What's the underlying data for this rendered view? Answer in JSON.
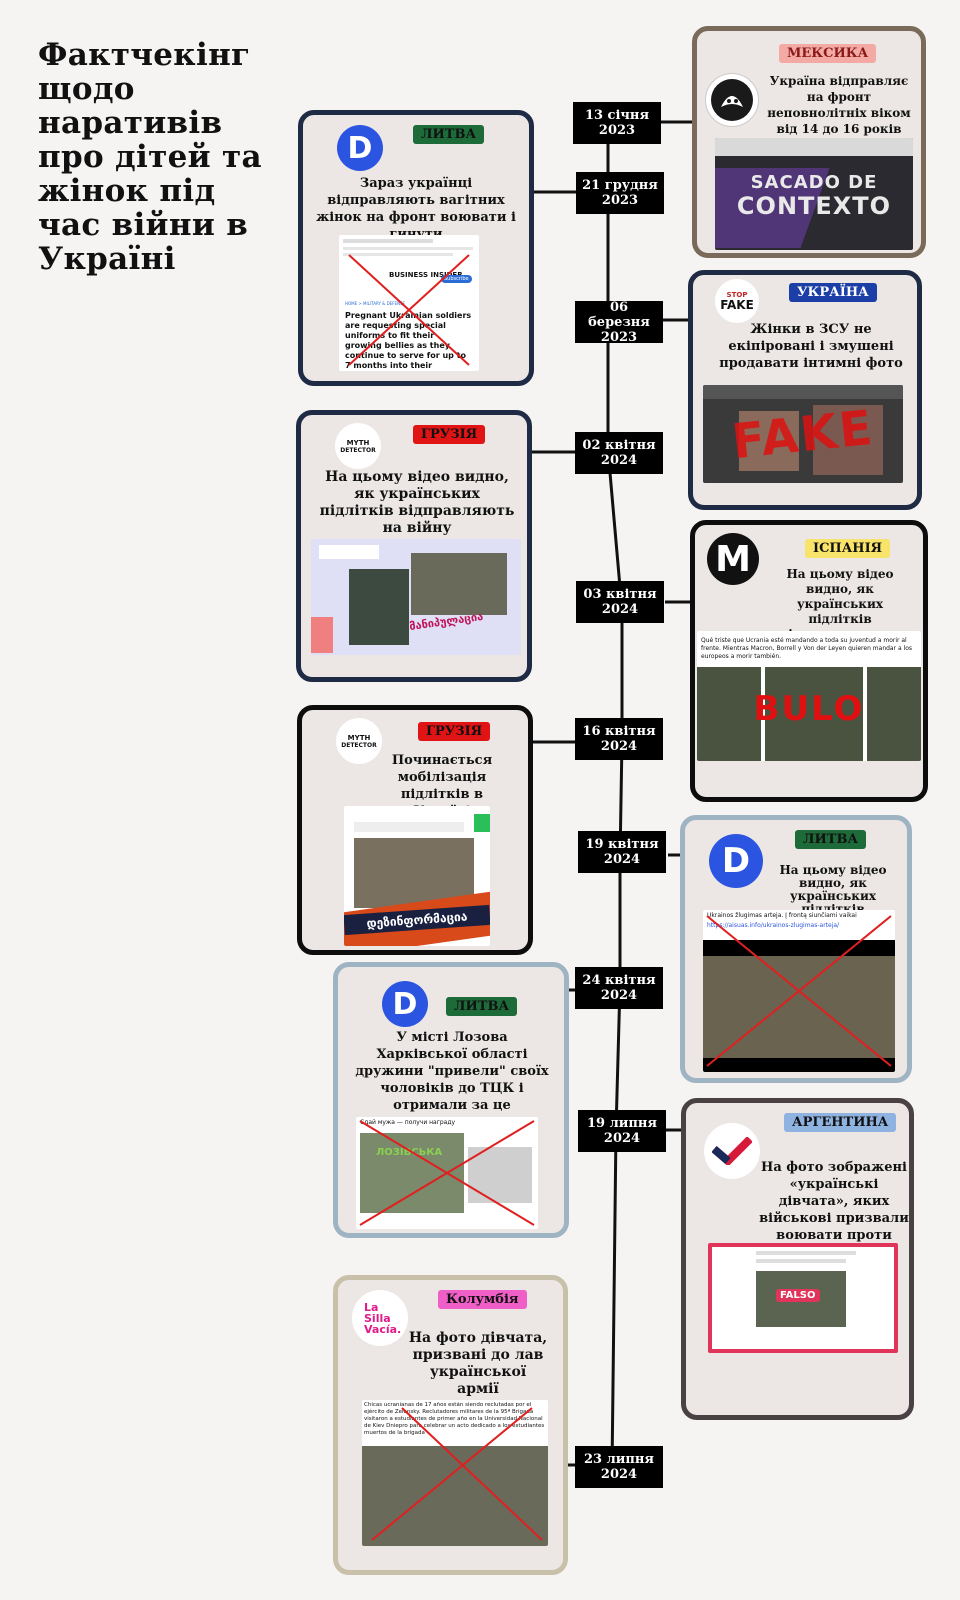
{
  "title": "Фактчекінг щодо наративів про дітей та жінок під час війни в Україні",
  "colors": {
    "lithuania": "#1e6b3a",
    "mexico": "#f3a9a4",
    "ukraine": "#1b3fa6",
    "georgia": "#e01414",
    "spain": "#f8e36b",
    "argentina": "#8fb3e0",
    "colombia": "#ef5fc7"
  },
  "dates": [
    {
      "day": "13 січня",
      "year": "2023"
    },
    {
      "day": "21 грудня",
      "year": "2023"
    },
    {
      "day": "06 березня",
      "year": "2023"
    },
    {
      "day": "02 квітня",
      "year": "2024"
    },
    {
      "day": "03 квітня",
      "year": "2024"
    },
    {
      "day": "16 квітня",
      "year": "2024"
    },
    {
      "day": "19 квітня",
      "year": "2024"
    },
    {
      "day": "24 квітня",
      "year": "2024"
    },
    {
      "day": "19 липня",
      "year": "2024"
    },
    {
      "day": "23 липня",
      "year": "2024"
    }
  ],
  "cards": {
    "mexico": {
      "country": "МЕКСИКА",
      "claim": "Україна відправляє на фронт неповнолітніх віком від 14 до 16 років",
      "stamp_line1": "SACADO DE",
      "stamp_line2": "CONTEXTO",
      "icon": "hooded-figure-icon"
    },
    "lithuania1": {
      "country": "ЛИТВА",
      "claim": "Зараз українці відправляють вагітних жінок на фронт воювати і гинути",
      "logo": "D",
      "shot_brand": "BUSINESS INSIDER",
      "shot_subscribe": "Subscribe",
      "shot_nav": "HOME  >  MILITARY & DEFENSE",
      "shot_headline": "Pregnant Ukrainian soldiers are requesting special uniforms to fit their growing bellies as they continue to serve for up to 7 months into their pregnancies"
    },
    "ukraine": {
      "country": "УКРАЇНА",
      "claim": "Жінки в ЗСУ не екіпіровані і змушені продавати інтимні фото",
      "logo_top": "STOP",
      "logo_main": "FAKE",
      "stamp": "FAKE"
    },
    "georgia1": {
      "country": "ГРУЗІЯ",
      "claim": "На цьому відео видно, як українських підлітків відправляють на війну",
      "logo_line1": "MYTH",
      "logo_line2": "DETECTOR",
      "stamp": "მანიპულაცია"
    },
    "spain": {
      "country": "ІСПАНІЯ",
      "claim": "На цьому відео видно, як українських підлітків відправляють на війну",
      "logo": "M",
      "shot_text": "Qué triste que Ucrania esté mandando a toda su juventud a morir al frente. Mientras Macron, Borrell y Von der Leyen quieren mandar a los europeos a morir también.",
      "stamp": "BULO"
    },
    "georgia2": {
      "country": "ГРУЗІЯ",
      "claim": "Починається мобілізація підлітків в Україні",
      "logo_line1": "MYTH",
      "logo_line2": "DETECTOR",
      "stamp": "დეზინფორმაცია"
    },
    "lithuania2": {
      "country": "ЛИТВА",
      "claim": "На цьому відео видно, як українських підлітків відправляють на війну",
      "logo": "D",
      "shot_text": "Ukrainos žlugimas arteja. Į frontą siunčiami vaikai",
      "shot_link": "https://aisuas.info/ukrainos-zlugimas-arteja/"
    },
    "lithuania3": {
      "country": "ЛИТВА",
      "claim": "У місті Лозова Харківської області дружини \"привели\" своїх чоловіків до ТЦК і отримали за це винагороду.",
      "logo": "D",
      "shot_text": "Сдай мужа — получи награду",
      "shot_banner": "ЛОЗІВСЬКА"
    },
    "argentina": {
      "country": "АРГЕНТИНА",
      "claim": "На фото зображені «українські дівчата», яких військові призвали воювати проти Росії",
      "stamp": "FALSO"
    },
    "colombia": {
      "country": "Колумбія",
      "claim": "На фото дівчата, призвані до лав української армії",
      "logo_line1": "La",
      "logo_line2": "Silla",
      "logo_line3": "Vacía.",
      "shot_text": "Chicas ucranianas de 17 años están siendo reclutadas por el ejército de Zelensky. Reclutadores militares de la 95ª Brigada visitaron a estudiantes de primer año en la Universidad Nacional de Kiev Dniepro para celebrar un acto dedicado a los estudiantes muertos de la brigada"
    }
  }
}
